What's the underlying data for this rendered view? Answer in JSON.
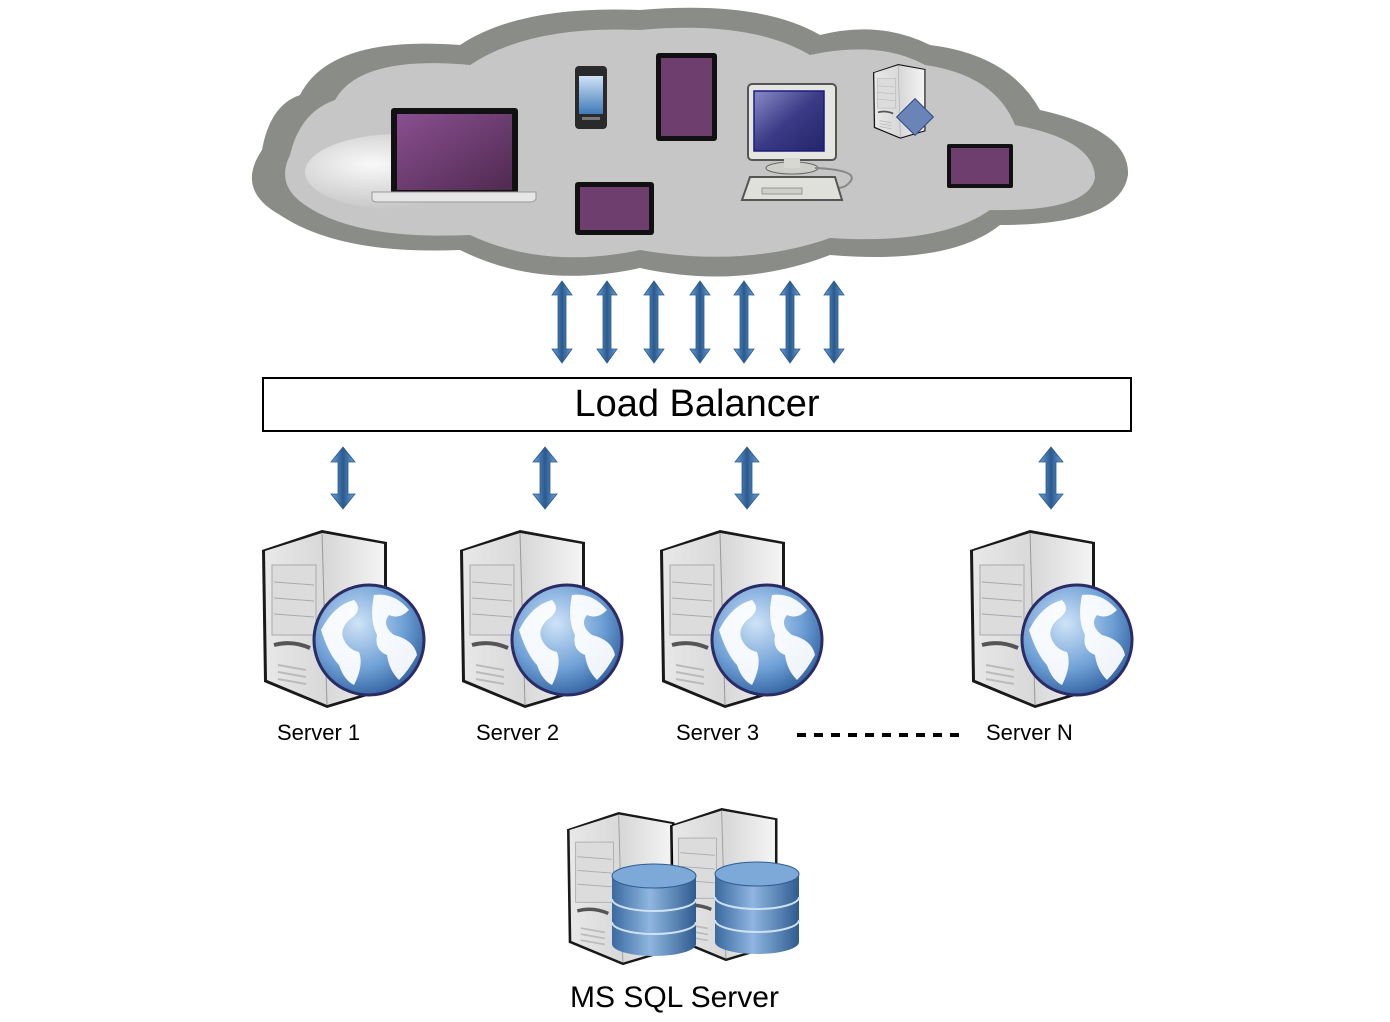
{
  "diagram": {
    "title": "Load-balanced web server architecture",
    "cloud": {
      "label": "",
      "devices": [
        {
          "name": "laptop",
          "icon": "laptop-icon"
        },
        {
          "name": "smartphone",
          "icon": "smartphone-icon"
        },
        {
          "name": "tablet-portrait",
          "icon": "tablet-icon"
        },
        {
          "name": "tablet-landscape",
          "icon": "tablet-icon"
        },
        {
          "name": "desktop-computer",
          "icon": "desktop-computer-icon"
        },
        {
          "name": "app-server",
          "icon": "server-icon"
        },
        {
          "name": "small-tablet",
          "icon": "tablet-icon"
        }
      ],
      "colors": {
        "outer": "#8a8c88",
        "inner": "#c6c6c6",
        "screen": "#6e3f6e"
      }
    },
    "client_connections": 7,
    "load_balancer": {
      "label": "Load Balancer"
    },
    "servers": [
      {
        "label": "Server 1"
      },
      {
        "label": "Server 2"
      },
      {
        "label": "Server 3"
      },
      {
        "label": "Server N"
      }
    ],
    "ellipsis": "----------",
    "database": {
      "label": "MS SQL Server",
      "instances": 2
    },
    "colors": {
      "arrow": "#3f7ab8",
      "arrow_dark": "#2a5a8e",
      "globe": "#4a86c8",
      "db": "#4f7fb3"
    }
  }
}
